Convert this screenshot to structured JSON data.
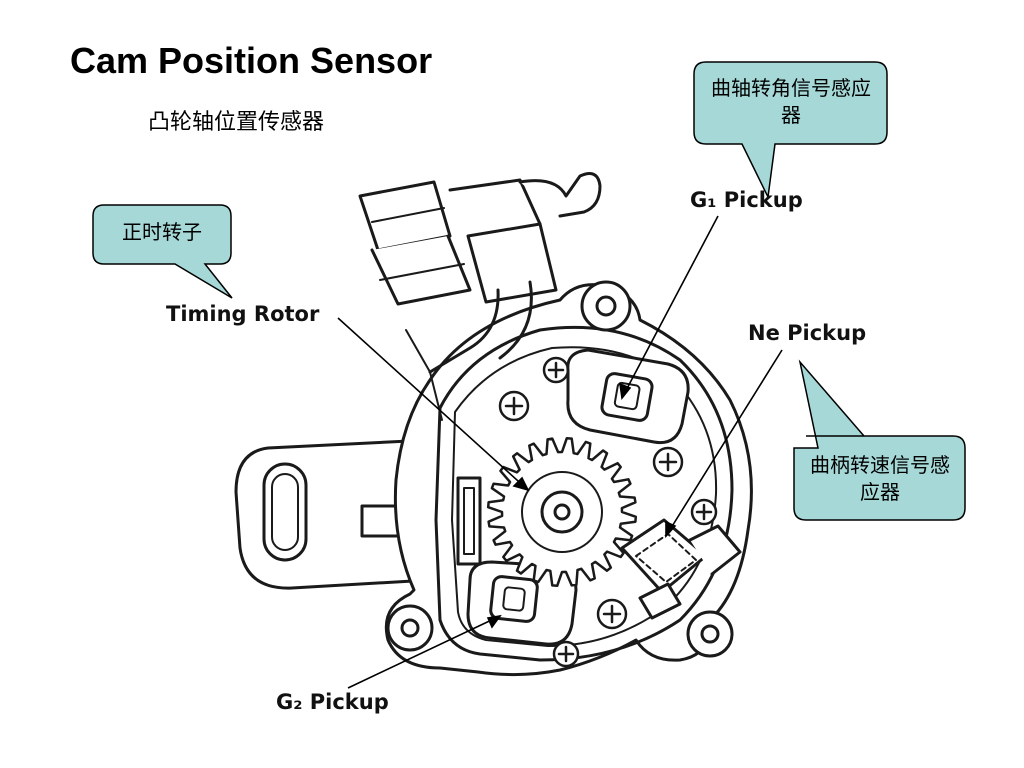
{
  "title": "Cam Position Sensor",
  "subtitle": "凸轮轴位置传感器",
  "callouts": {
    "g1_cn": "曲轴转角信号感应器",
    "timing_cn": "正时转子",
    "ne_cn": "曲柄转速信号感应器"
  },
  "labels": {
    "g1_pickup": "G₁ Pickup",
    "timing_rotor": "Timing Rotor",
    "ne_pickup": "Ne Pickup",
    "g2_pickup": "G₂ Pickup"
  },
  "colors": {
    "callout_fill": "#a6d8d8",
    "callout_stroke": "#000000",
    "line_art": "#1a1a1a"
  }
}
